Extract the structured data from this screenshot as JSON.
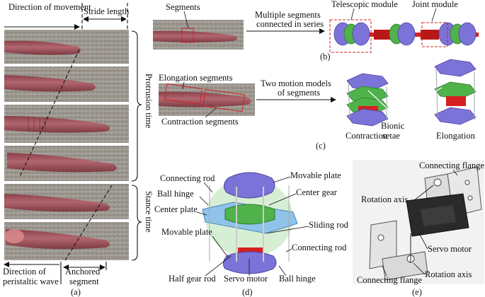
{
  "panel_a": {
    "direction_of_movement": "Direction of movement",
    "stride_length": "Stride length",
    "protrusion_time": "Protrusion time",
    "stance_time": "Stance time",
    "direction_of_peristaltic_wave": "Direction of peristaltic wave",
    "anchored_segment": "Anchored segment",
    "caption": "(a)"
  },
  "panel_b": {
    "segments": "Segments",
    "multiple_segments": "Multiple segments connected in series",
    "telescopic_module": "Telescopic module",
    "joint_module": "Joint module",
    "caption": "(b)"
  },
  "panel_c": {
    "elongation_segments": "Elongation segments",
    "contraction_segments": "Contraction  segments",
    "two_motion_models": "Two motion models of segments",
    "contraction": "Contraction",
    "bionic_setae": "Bionic setae",
    "elongation": "Elongation",
    "caption": "(c)"
  },
  "panel_d": {
    "connecting_rod_top": "Connecting rod",
    "movable_plate_top": "Movable plate",
    "ball_hinge_top": "Ball hinge",
    "center_gear": "Center gear",
    "center_plate": "Center plate",
    "sliding_rod": "Sliding rod",
    "movable_plate_bottom": "Movable plate",
    "connecting_rod_bottom": "Connecting rod",
    "half_gear_rod": "Half gear rod",
    "servo_motor": "Servo motor",
    "ball_hinge_bottom": "Ball hinge",
    "caption": "(d)"
  },
  "panel_e": {
    "connecting_flange_top": "Connecting flange",
    "rotation_axis_top": "Rotation axis",
    "servo_motor": "Servo motor",
    "connecting_flange_bottom": "Connecting flange",
    "rotation_axis_bottom": "Rotation axis",
    "caption": "(e)"
  },
  "colors": {
    "worm_body": "#a85a62",
    "sand": "#9c9890",
    "purple_plate": "#7c73d9",
    "green_plate": "#4fb24a",
    "red_motor": "#d42020",
    "light_blue": "#8fc3ea"
  }
}
